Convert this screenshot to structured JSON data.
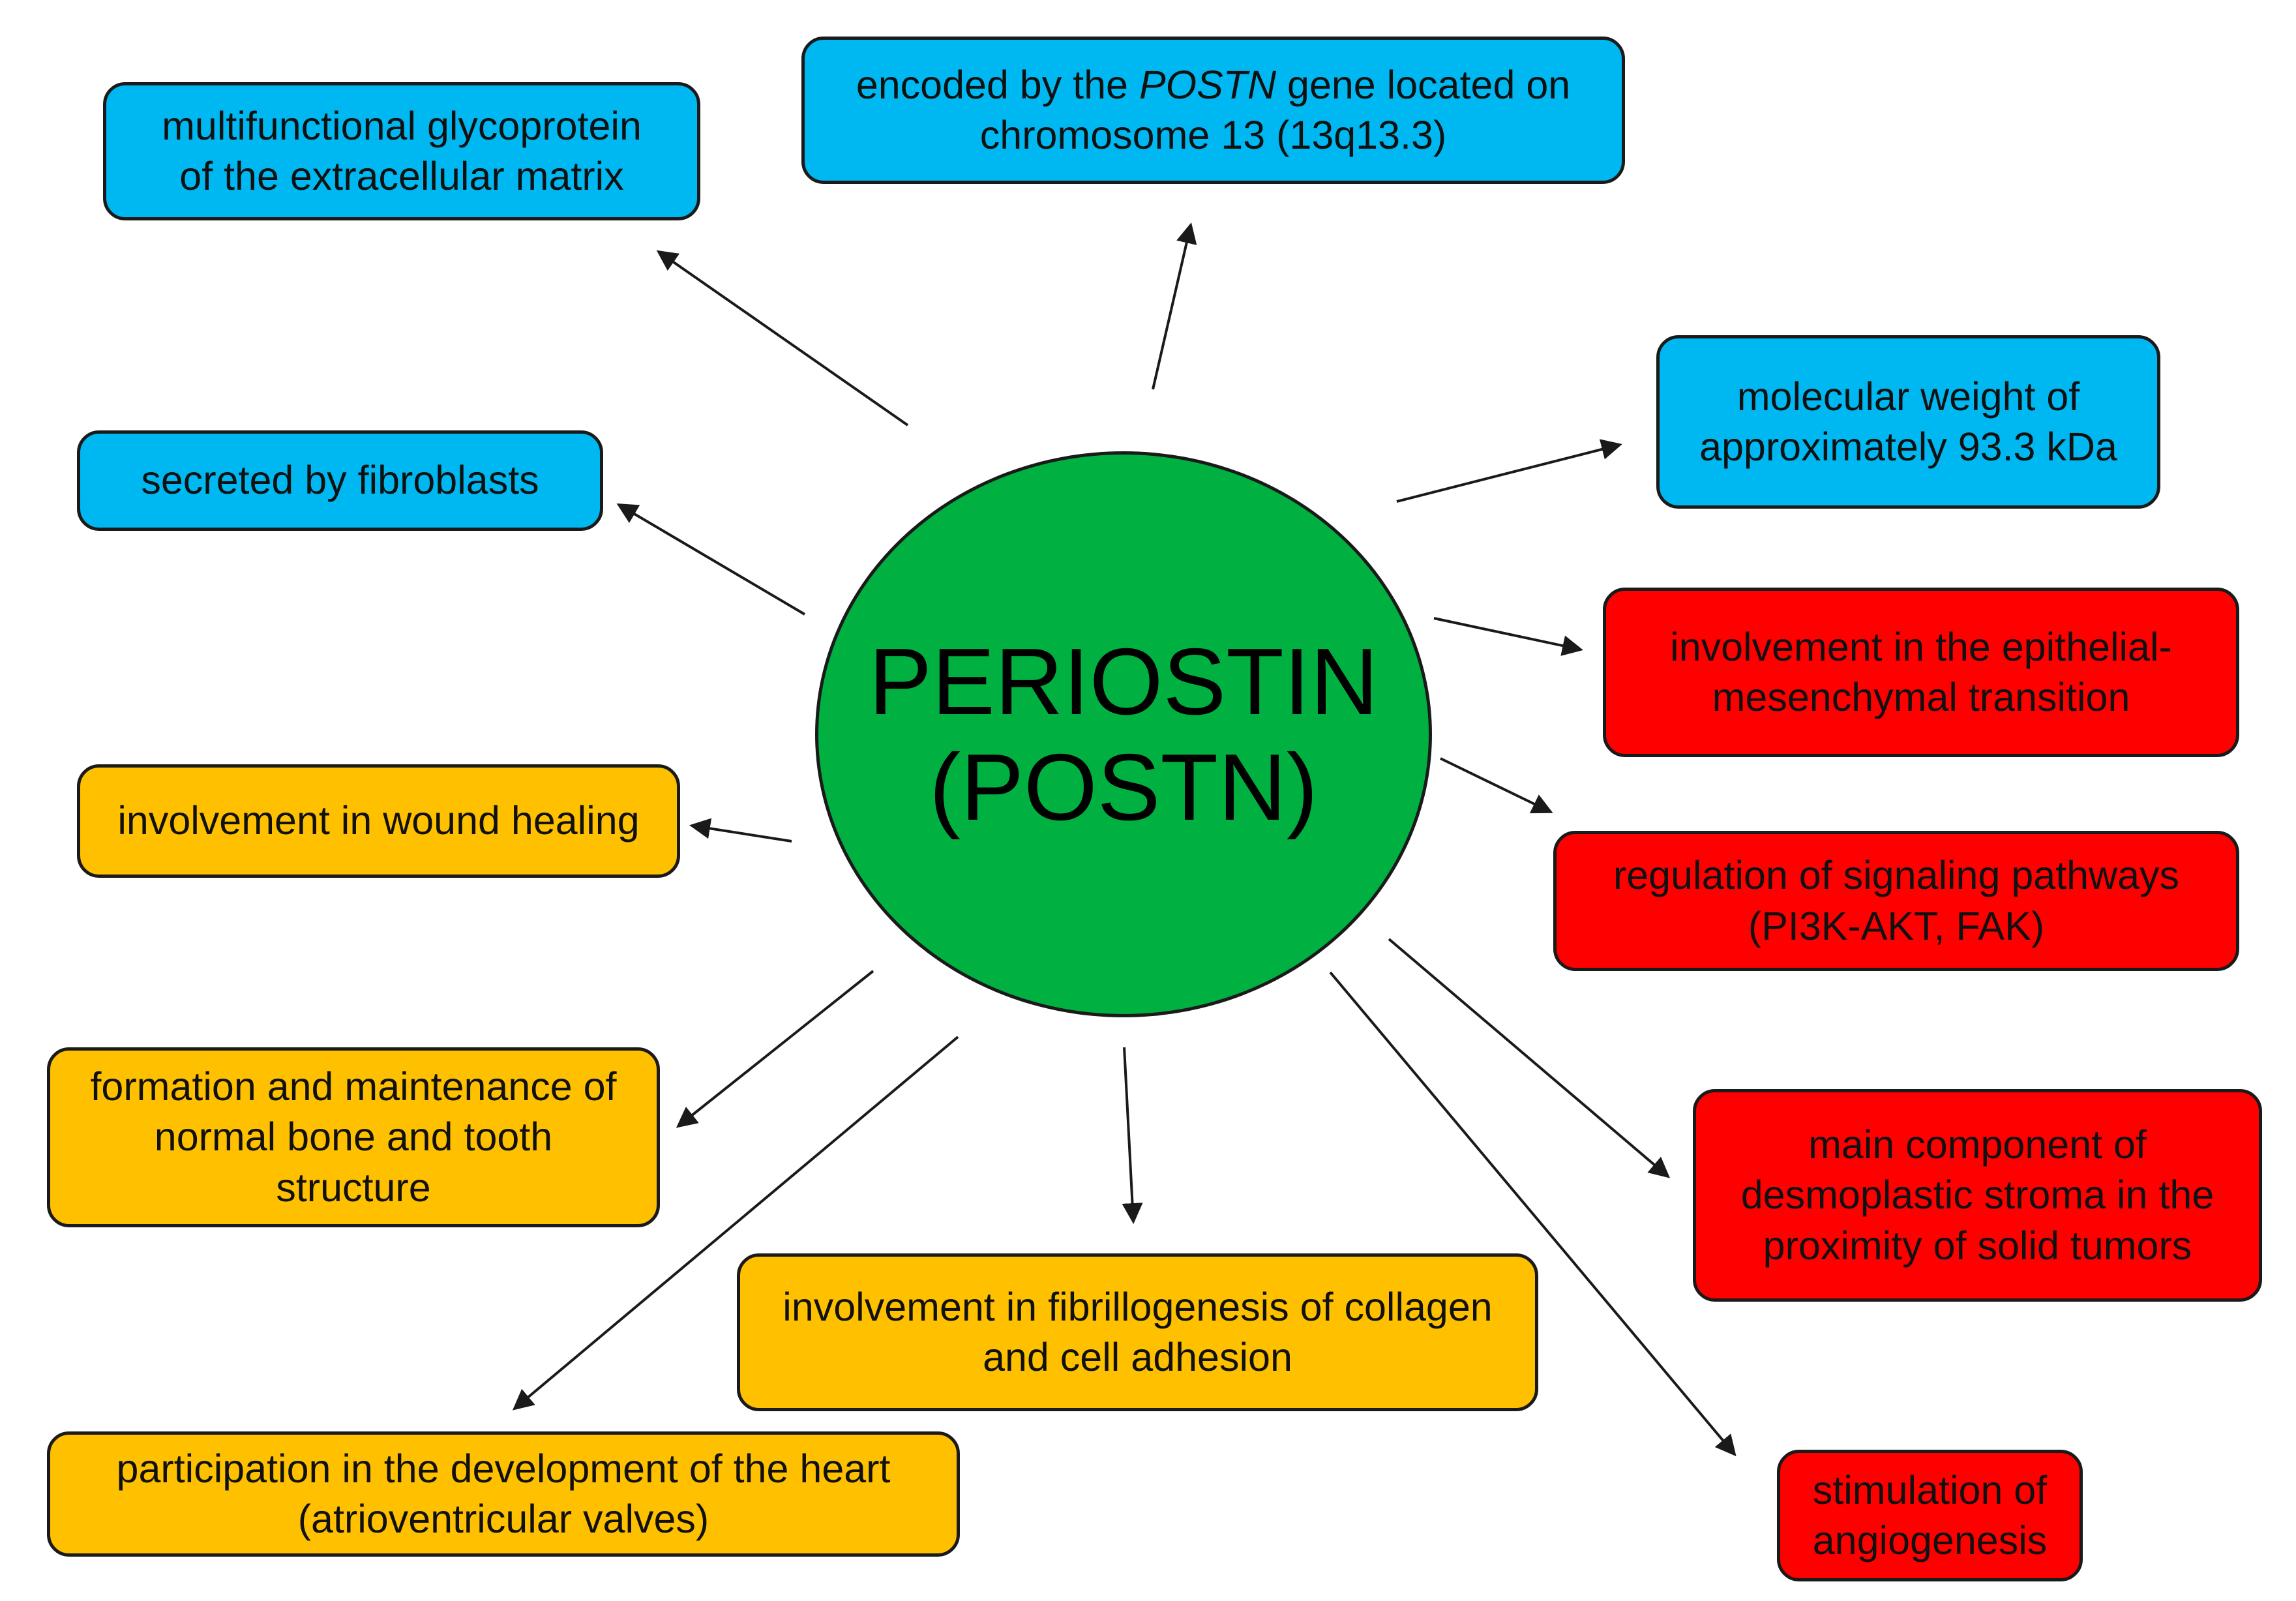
{
  "center": {
    "line1": "PERIOSTIN",
    "line2": "(POSTN)",
    "color": "#00b040"
  },
  "colors": {
    "blue": "#00b8f1",
    "red": "#ff0000",
    "orange": "#ffc000",
    "arrow": "#1a1a1a"
  },
  "nodes": {
    "glycoprotein": {
      "line1": "multifunctional glycoprotein",
      "line2": "of the extracellular matrix"
    },
    "gene": {
      "line1_pre": "encoded by the ",
      "line1_em": "POSTN",
      "line1_post": " gene located on",
      "line2": "chromosome 13  (13q13.3)"
    },
    "weight": {
      "line1": "molecular weight of",
      "line2": "approximately 93.3 kDa"
    },
    "fibroblasts": {
      "line1": "secreted by fibroblasts"
    },
    "emt": {
      "line1": "involvement in the epithelial-",
      "line2": "mesenchymal transition"
    },
    "wound": {
      "line1": "involvement in wound healing"
    },
    "signaling": {
      "line1": "regulation of signaling pathways",
      "line2": "(PI3K-AKT, FAK)"
    },
    "bone": {
      "line1": "formation and maintenance of",
      "line2": "normal bone and tooth",
      "line3": "structure"
    },
    "stroma": {
      "line1": "main component of",
      "line2": "desmoplastic stroma in the",
      "line3": "proximity of solid tumors"
    },
    "collagen": {
      "line1": "involvement in fibrillogenesis of collagen",
      "line2": "and cell adhesion"
    },
    "heart": {
      "line1": "participation in the development of the heart",
      "line2": "(atrioventricular valves)"
    },
    "angiogenesis": {
      "line1": "stimulation of",
      "line2": "angiogenesis"
    }
  }
}
